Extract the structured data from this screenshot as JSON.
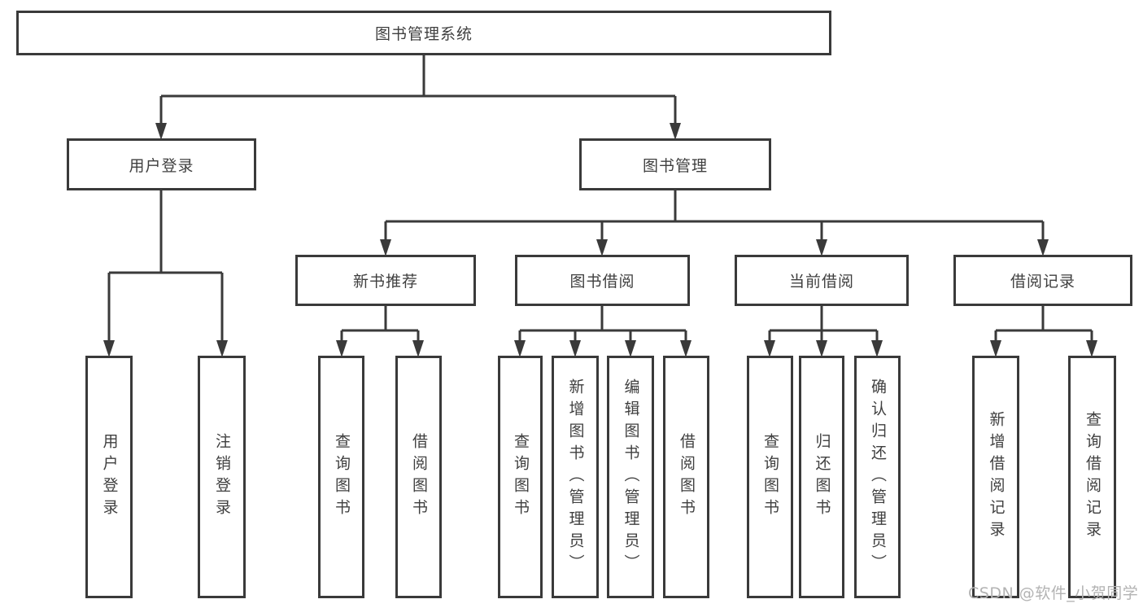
{
  "diagram": {
    "type": "hierarchy",
    "root_label": "图书管理系统",
    "colors": {
      "line": "#3a3a3a",
      "box_border": "#3a3a3a",
      "box_background": "#ffffff",
      "text": "#3f3f3f",
      "watermark": "#b3b3b3"
    },
    "nodes": {
      "root": {
        "label": "图书管理系统"
      },
      "user_login": {
        "label": "用户登录"
      },
      "book_mgmt": {
        "label": "图书管理"
      },
      "new_book": {
        "label": "新书推荐"
      },
      "book_borrow": {
        "label": "图书借阅"
      },
      "current_borrow": {
        "label": "当前借阅"
      },
      "borrow_records": {
        "label": "借阅记录"
      },
      "ul_login": {
        "label": "用户登录"
      },
      "ul_logout": {
        "label": "注销登录"
      },
      "nbr_query": {
        "label": "查询图书"
      },
      "nbr_borrow": {
        "label": "借阅图书"
      },
      "bb_query": {
        "label": "查询图书"
      },
      "bb_add": {
        "label": "新增图书（管理员）"
      },
      "bb_edit": {
        "label": "编辑图书（管理员）"
      },
      "bb_borrow": {
        "label": "借阅图书"
      },
      "cb_query": {
        "label": "查询图书"
      },
      "cb_return": {
        "label": "归还图书"
      },
      "cb_confirm": {
        "label": "确认归还（管理员）"
      },
      "br_add": {
        "label": "新增借阅记录"
      },
      "br_query": {
        "label": "查询借阅记录"
      }
    },
    "edges": [
      [
        "root",
        "user_login"
      ],
      [
        "root",
        "book_mgmt"
      ],
      [
        "user_login",
        "ul_login"
      ],
      [
        "user_login",
        "ul_logout"
      ],
      [
        "book_mgmt",
        "new_book"
      ],
      [
        "book_mgmt",
        "book_borrow"
      ],
      [
        "book_mgmt",
        "current_borrow"
      ],
      [
        "book_mgmt",
        "borrow_records"
      ],
      [
        "new_book",
        "nbr_query"
      ],
      [
        "new_book",
        "nbr_borrow"
      ],
      [
        "book_borrow",
        "bb_query"
      ],
      [
        "book_borrow",
        "bb_add"
      ],
      [
        "book_borrow",
        "bb_edit"
      ],
      [
        "book_borrow",
        "bb_borrow"
      ],
      [
        "current_borrow",
        "cb_query"
      ],
      [
        "current_borrow",
        "cb_return"
      ],
      [
        "current_borrow",
        "cb_confirm"
      ],
      [
        "borrow_records",
        "br_add"
      ],
      [
        "borrow_records",
        "br_query"
      ]
    ],
    "watermark": "CSDN @软件_小贺同学"
  }
}
